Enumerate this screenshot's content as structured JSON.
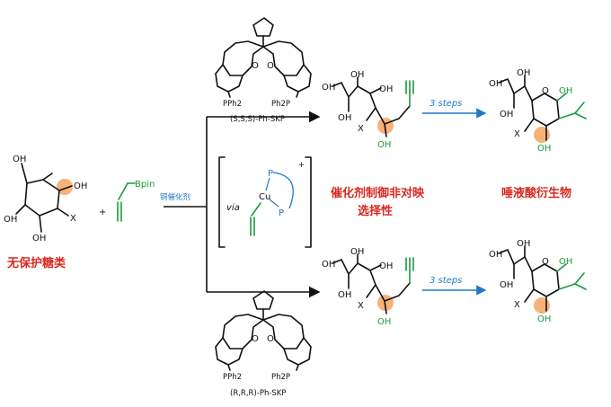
{
  "colors": {
    "green": "#1c9a3c",
    "blue": "#1f78c8",
    "red": "#d8281f",
    "orange_highlight": "#f4a460"
  },
  "left": {
    "sugar_title": "无保护糖类",
    "sugar_labels": {
      "oh1": "OH",
      "oh2": "OH",
      "oh3": "OH",
      "oh4": "OH",
      "x": "X"
    },
    "plus": "+",
    "boron": "Bpin",
    "catalyst_label": "铜催化剂"
  },
  "top_ligand": {
    "label": "(S,S,S)-Ph-SKP",
    "o1": "O",
    "o2": "O",
    "p1": "PPh2",
    "p2": "Ph2P"
  },
  "bottom_ligand": {
    "label": "(R,R,R)-Ph-SKP",
    "o1": "O",
    "o2": "O",
    "p1": "PPh2",
    "p2": "Ph2P"
  },
  "intermediate": {
    "via": "via",
    "cu": "Cu",
    "p_top": "P",
    "p_bottom": "P",
    "charge": "+"
  },
  "selectivity": {
    "line1": "催化剂制御非对映",
    "line2": "选择性"
  },
  "steps_label": "3 steps",
  "product_title": "唾液酸衍生物",
  "top_intermediate": {
    "oh1": "OH",
    "oh2": "OH",
    "oh3": "OH",
    "oh4": "OH",
    "oh5": "OH",
    "x": "X"
  },
  "top_product": {
    "oh1": "OH",
    "oh2": "OH",
    "oh3": "OH",
    "oh4": "OH",
    "oh5": "OH",
    "o": "O",
    "x": "X"
  },
  "bottom_intermediate": {
    "oh1": "OH",
    "oh2": "OH",
    "oh3": "OH",
    "oh4": "OH",
    "oh5": "OH",
    "x": "X"
  },
  "bottom_product": {
    "oh1": "OH",
    "oh2": "OH",
    "oh3": "OH",
    "oh4": "OH",
    "oh5": "OH",
    "o": "O",
    "x": "X"
  }
}
